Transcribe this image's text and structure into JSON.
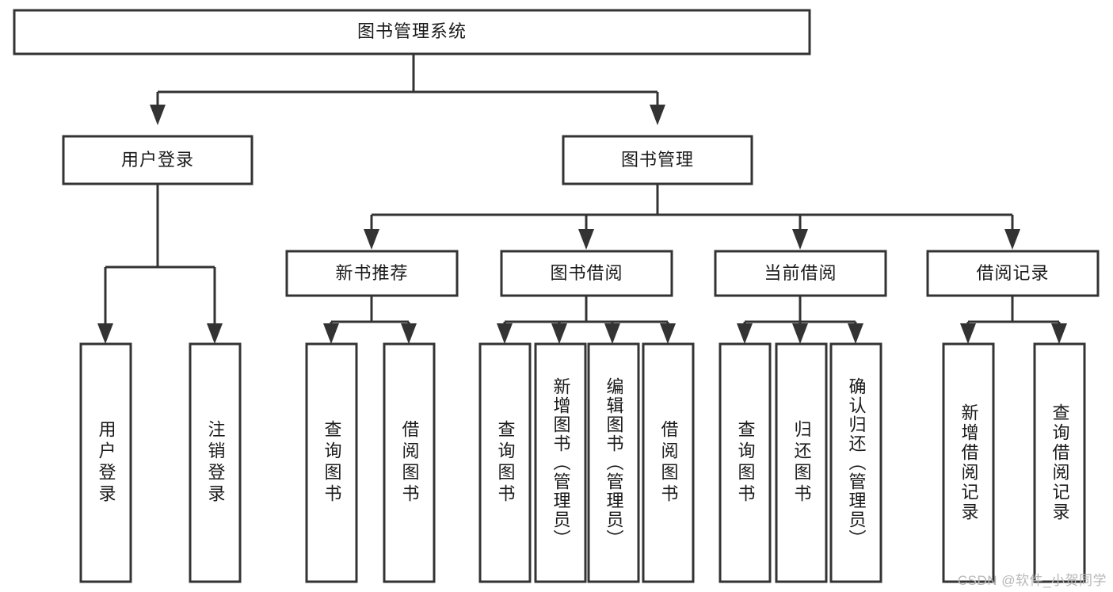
{
  "diagram": {
    "title": "图书管理系统",
    "type": "tree-hierarchy",
    "root": {
      "label": "图书管理系统"
    },
    "level1": [
      {
        "label": "用户登录"
      },
      {
        "label": "图书管理"
      }
    ],
    "level2": [
      {
        "label": "新书推荐",
        "parent": "图书管理"
      },
      {
        "label": "图书借阅",
        "parent": "图书管理"
      },
      {
        "label": "当前借阅",
        "parent": "图书管理"
      },
      {
        "label": "借阅记录",
        "parent": "图书管理"
      }
    ],
    "leaves": {
      "user_login": [
        {
          "label": "用户登录"
        },
        {
          "label": "注销登录"
        }
      ],
      "new_book_recommend": [
        {
          "label": "查询图书"
        },
        {
          "label": "借阅图书"
        }
      ],
      "book_borrow": [
        {
          "label": "查询图书"
        },
        {
          "label": "新增图书（管理员）"
        },
        {
          "label": "编辑图书（管理员）"
        },
        {
          "label": "借阅图书"
        }
      ],
      "current_borrow": [
        {
          "label": "查询图书"
        },
        {
          "label": "归还图书"
        },
        {
          "label": "确认归还（管理员）"
        }
      ],
      "borrow_record": [
        {
          "label": "新增借阅记录"
        },
        {
          "label": "查询借阅记录"
        }
      ]
    }
  },
  "watermark": {
    "text": "CSDN @软件_小贺同学"
  },
  "colors": {
    "stroke": "#333333",
    "fill": "#ffffff",
    "text": "#1a1a1a",
    "watermark": "#b7b7b7"
  }
}
